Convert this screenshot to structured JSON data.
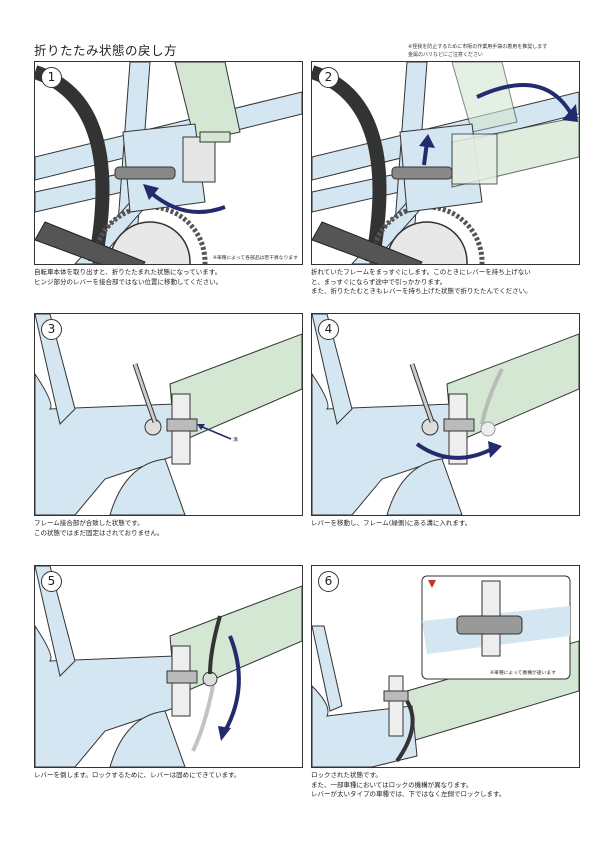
{
  "title": "折りたたみ状態の戻し方",
  "notice": [
    "※怪我を防止するために市販の作業用手袋の着用を推奨します",
    "金属のバリなどにご注意ください"
  ],
  "colors": {
    "frame_blue": "#d4e6f1",
    "frame_green": "#d3e7d2",
    "arrow": "#232a6e",
    "line": "#333333"
  },
  "steps": [
    {
      "number": "1",
      "lines": [
        "自転車本体を取り出すと、折りたたまれた状態になっています。",
        "ヒンジ部分のレバーを接合部ではない位置に移動してください。"
      ],
      "note": "※車種によって各部品は若干異なります"
    },
    {
      "number": "2",
      "lines": [
        "折れていたフレームをまっすぐにします。このときにレバーを持ち上げない",
        "と、まっすぐにならず途中で引っかかります。",
        "また、折りたたむときもレバーを持ち上げた状態で折りたたんでください。"
      ]
    },
    {
      "number": "3",
      "lines": [
        "フレーム接合部が合致した状態です。",
        "この状態ではまだ固定はされておりません。"
      ],
      "label": "溝"
    },
    {
      "number": "4",
      "lines": [
        "レバーを移動し、フレーム(緑側)にある溝に入れます。"
      ]
    },
    {
      "number": "5",
      "lines": [
        "レバーを倒します。ロックするために、レバーは固めにできています。"
      ]
    },
    {
      "number": "6",
      "lines": [
        "ロックされた状態です。",
        "また、一部車種においてはロックの機構が異なります。",
        "レバーが太いタイプの車種では、下ではなく左側でロックします。"
      ],
      "note": "※車種によって機構が違います"
    }
  ]
}
